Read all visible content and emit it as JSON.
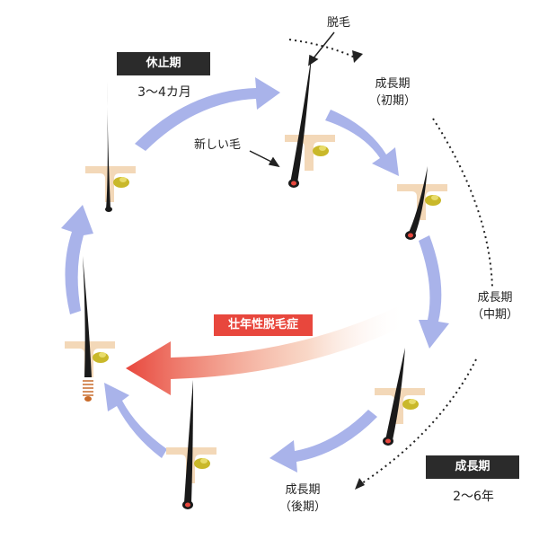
{
  "phases": {
    "telogen": {
      "badge": "休止期",
      "duration": "3～4カ月"
    },
    "anagen_total": {
      "badge": "成長期",
      "duration": "2～6年"
    },
    "early": {
      "line1": "成長期",
      "line2": "（初期）"
    },
    "middle": {
      "line1": "成長期",
      "line2": "（中期）"
    },
    "late": {
      "line1": "成長期",
      "line2": "（後期）"
    }
  },
  "callouts": {
    "shedding": "脱毛",
    "new_hair": "新しい毛"
  },
  "aga_label": "壮年性脱毛症",
  "colors": {
    "cycle_arrow": "#a9b3ea",
    "aga_arrow": "#e8473d",
    "hair": "#1a1a1a",
    "skin": "#f3d8b8",
    "gland": "#c9b82a",
    "badge_bg": "#2b2b2b"
  }
}
